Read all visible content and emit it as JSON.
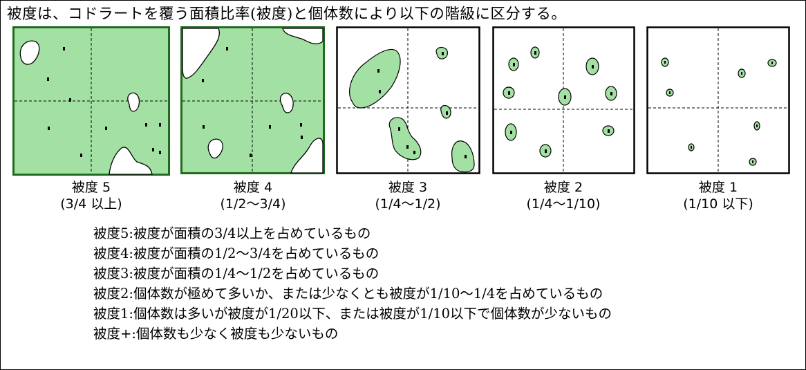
{
  "heading": "被度は、コドラートを覆う面積比率(被度)と個体数により以下の階級に区分する。",
  "colors": {
    "fill_green": "#a3e0a3",
    "outline_dark_green": "#1f6b1f",
    "line": "#000000",
    "background": "#ffffff"
  },
  "panels": [
    {
      "label": "被度 5",
      "range": "(3/4 以上)"
    },
    {
      "label": "被度 4",
      "range": "(1/2～3/4)"
    },
    {
      "label": "被度 3",
      "range": "(1/4～1/2)"
    },
    {
      "label": "被度 2",
      "range": "(1/4～1/10)"
    },
    {
      "label": "被度 1",
      "range": "(1/10 以下)"
    }
  ],
  "definitions": [
    "被度5:被度が面積の3/4以上を占めているもの",
    "被度4:被度が面積の1/2～3/4を占めているもの",
    "被度3:被度が面積の1/4～1/2を占めているもの",
    "被度2:個体数が極めて多いか、または少なくとも被度が1/10～1/4を占めているもの",
    "被度1:個体数は多いが被度が1/20以下、または被度が1/10以下で個体数が少ないもの",
    "被度+:個体数も少なく被度も少ないもの"
  ]
}
